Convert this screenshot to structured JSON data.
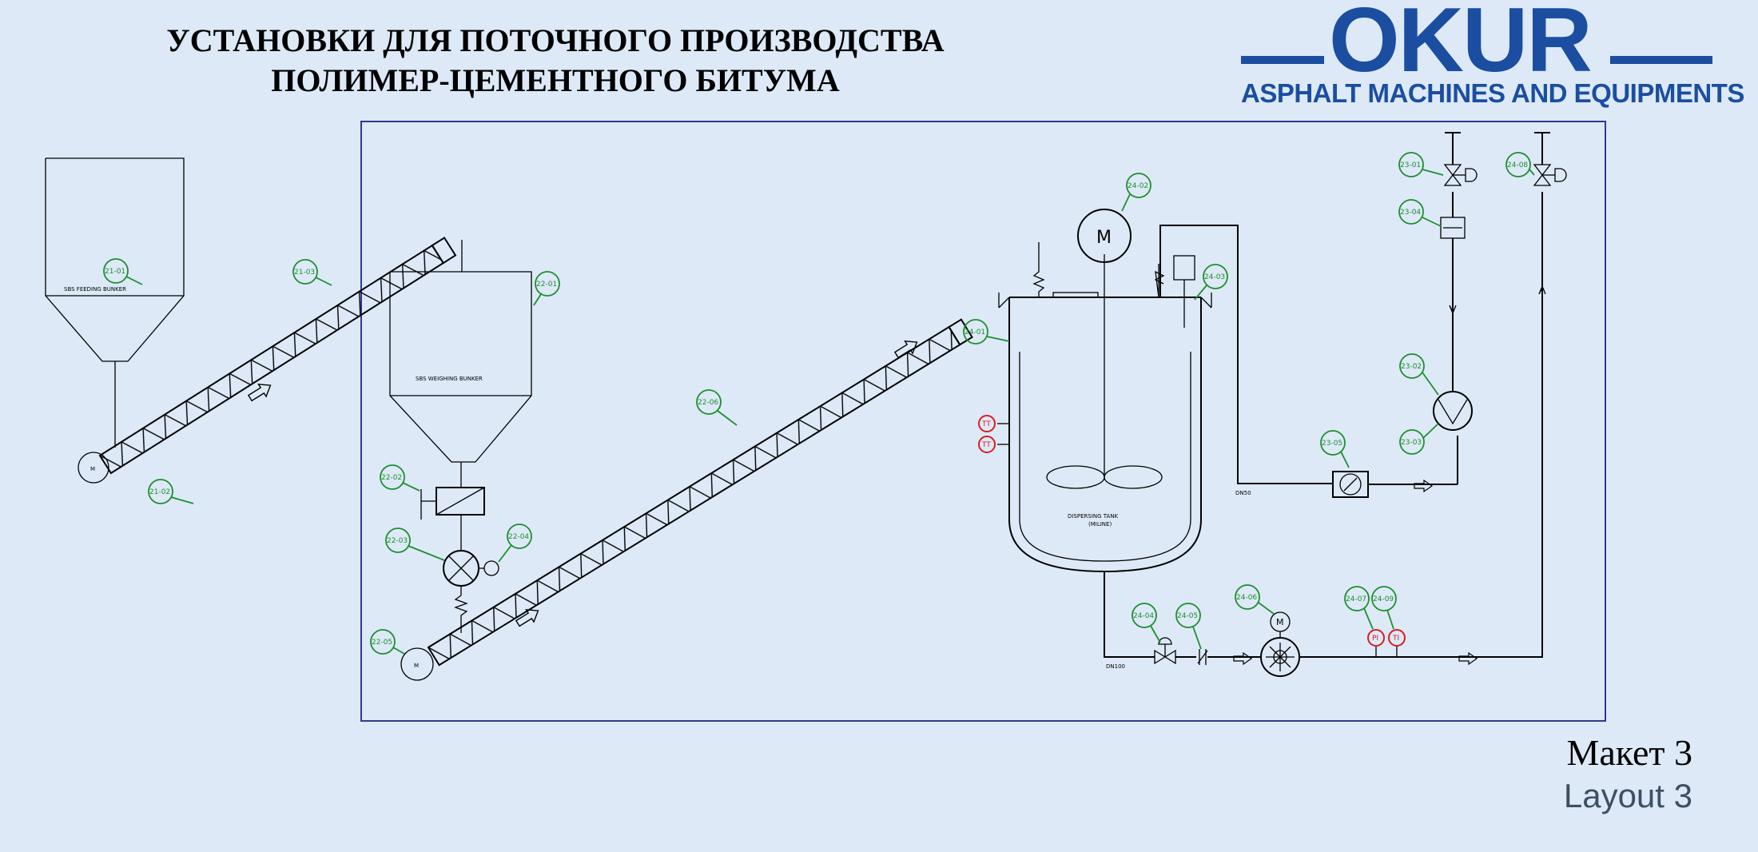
{
  "header": {
    "title_line1": "УСТАНОВКИ ДЛЯ ПОТОЧНОГО ПРОИЗВОДСТВА",
    "title_line2": "ПОЛИМЕР-ЦЕМЕНТНОГО БИТУМА"
  },
  "logo": {
    "brand": "OKUR",
    "tagline": "ASPHALT MACHINES AND EQUIPMENTS",
    "color": "#1b4ea0"
  },
  "footer": {
    "layout_ru": "Макет 3",
    "layout_en": "Layout 3"
  },
  "equipment_labels": {
    "feeding_bunker": "SBS FEEDING BUNKER",
    "weighing_bunker": "SBS WEIGHING BUNKER",
    "dispersing_tank_line1": "DISPERSING TANK",
    "dispersing_tank_line2": "(MILINE)",
    "pipe_dn_1": "DN50",
    "pipe_dn_2": "DN100",
    "motor": "M"
  },
  "instrument_tags": {
    "t01": "21-01",
    "t02": "21-02",
    "t03": "21-03",
    "t04": "22-01",
    "t05": "22-02",
    "t06": "22-03",
    "t07": "22-04",
    "t08": "22-05",
    "t09": "22-06",
    "t10": "24-02",
    "t11": "24-03",
    "t12": "24-01",
    "t13": "TT",
    "t14": "TT",
    "t15": "23-01",
    "t16": "23-04",
    "t17": "23-02",
    "t18": "23-03",
    "t19": "23-05",
    "t20": "24-08",
    "t21": "24-04",
    "t22": "24-05",
    "t23": "24-06",
    "t24": "24-07",
    "t25": "24-09",
    "t26": "PI",
    "t27": "TI"
  },
  "colors": {
    "background": "#dde9f7",
    "frame": "#2f3a8f",
    "tag_green": "#1e8f2e",
    "tag_red": "#d81f1f"
  }
}
